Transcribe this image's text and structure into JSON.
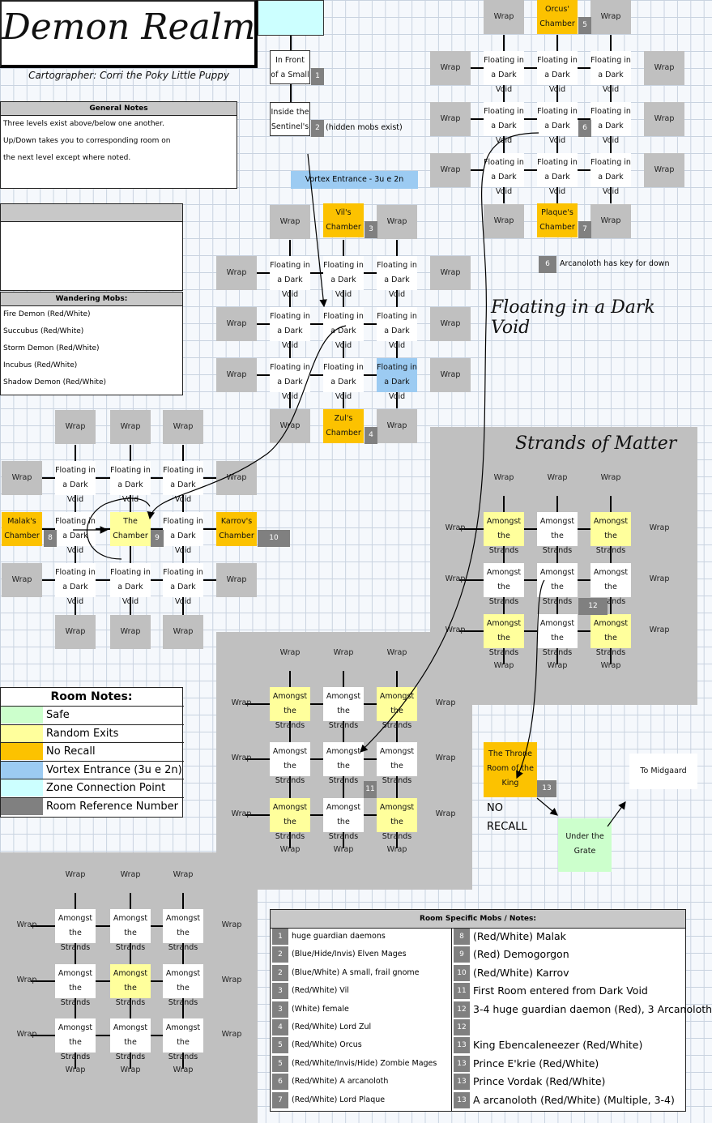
{
  "title": "Demon Realm",
  "cartographer": "Cartographer: Corri the Poky Little Puppy",
  "general_notes": {
    "heading": "General Notes",
    "lines": [
      "Three levels exist above/below one another.",
      "Up/Down takes you to corresponding room on",
      "the next level except where noted."
    ]
  },
  "wandering_mobs": {
    "heading": "Wandering Mobs:",
    "items": [
      "Fire Demon (Red/White)",
      "Succubus (Red/White)",
      "Storm Demon (Red/White)",
      "Incubus (Red/White)",
      "Shadow Demon (Red/White)"
    ]
  },
  "labels": {
    "wrap": "Wrap",
    "floating": "Floating in a Dark Void",
    "amongst": "Amongst the Strands",
    "in_front": "In Front of a Small",
    "inside_sentinel": "Inside the Sentinel's",
    "hidden_note": "(hidden mobs exist)",
    "vortex_entrance": "Vortex Entrance - 3u e 2n",
    "vils_chamber": "Vil's Chamber",
    "zuls_chamber": "Zul's Chamber",
    "orcus_chamber": "Orcus' Chamber",
    "plaques_chamber": "Plaque's Chamber",
    "malaks_chamber": "Malak's Chamber",
    "the_chamber": "The Chamber",
    "karrovs_chamber": "Karrov's Chamber",
    "throne_room": "The Throne Room of the King",
    "no_recall": "NO",
    "recall": "RECALL",
    "under_grate": "Under the Grate",
    "to_midgaard": "To Midgaard",
    "arcanoloth_note": "Arcanoloth has key for down",
    "floating_title": "Floating in a Dark Void",
    "strands_title": "Strands of Matter"
  },
  "room_numbers": [
    "1",
    "2",
    "3",
    "4",
    "5",
    "6",
    "7",
    "8",
    "9",
    "10",
    "11",
    "12",
    "13"
  ],
  "room_notes": {
    "heading": "Room Notes:",
    "items": [
      {
        "label": "Safe",
        "color": "#ccffcc"
      },
      {
        "label": "Random Exits",
        "color": "#ffff9c"
      },
      {
        "label": "No Recall",
        "color": "#fcc200"
      },
      {
        "label": "Vortex Entrance (3u e 2n)",
        "color": "#9ccbf2"
      },
      {
        "label": "Zone Connection Point",
        "color": "#ccffff"
      },
      {
        "label": "Room Reference Number",
        "color": "#808080"
      }
    ]
  },
  "room_specific": {
    "heading": "Room Specific Mobs / Notes:",
    "left": [
      {
        "n": "1",
        "text": "huge guardian daemons"
      },
      {
        "n": "2",
        "text": "(Blue/Hide/Invis) Elven Mages"
      },
      {
        "n": "2",
        "text": "(Blue/White) A small, frail gnome"
      },
      {
        "n": "3",
        "text": "(Red/White) Vil"
      },
      {
        "n": "3",
        "text": "(White) female"
      },
      {
        "n": "4",
        "text": "(Red/White) Lord Zul"
      },
      {
        "n": "5",
        "text": "(Red/White) Orcus"
      },
      {
        "n": "5",
        "text": "(Red/White/Invis/Hide) Zombie Mages"
      },
      {
        "n": "6",
        "text": "(Red/White) A arcanoloth"
      },
      {
        "n": "7",
        "text": "(Red/White) Lord Plaque"
      }
    ],
    "right": [
      {
        "n": "8",
        "text": "(Red/White) Malak"
      },
      {
        "n": "9",
        "text": "(Red) Demogorgon"
      },
      {
        "n": "10",
        "text": "(Red/White) Karrov"
      },
      {
        "n": "11",
        "text": "First Room entered from Dark Void"
      },
      {
        "n": "12",
        "text": "3-4 huge guardian daemon (Red), 3 Arcanoloth"
      },
      {
        "n": "12",
        "text": ""
      },
      {
        "n": "13",
        "text": "King Ebencaleneezer (Red/White)"
      },
      {
        "n": "13",
        "text": "Prince E'krie (Red/White)"
      },
      {
        "n": "13",
        "text": "Prince Vordak (Red/White)"
      },
      {
        "n": "13",
        "text": "A arcanoloth (Red/White) (Multiple, 3-4)"
      }
    ]
  },
  "colors": {
    "gray": "#c0c0c0",
    "no_recall": "#fcc200",
    "random": "#ffff9c",
    "vortex": "#9ccbf2",
    "safe": "#ccffcc",
    "zone": "#ccffff",
    "refnum": "#808080"
  }
}
